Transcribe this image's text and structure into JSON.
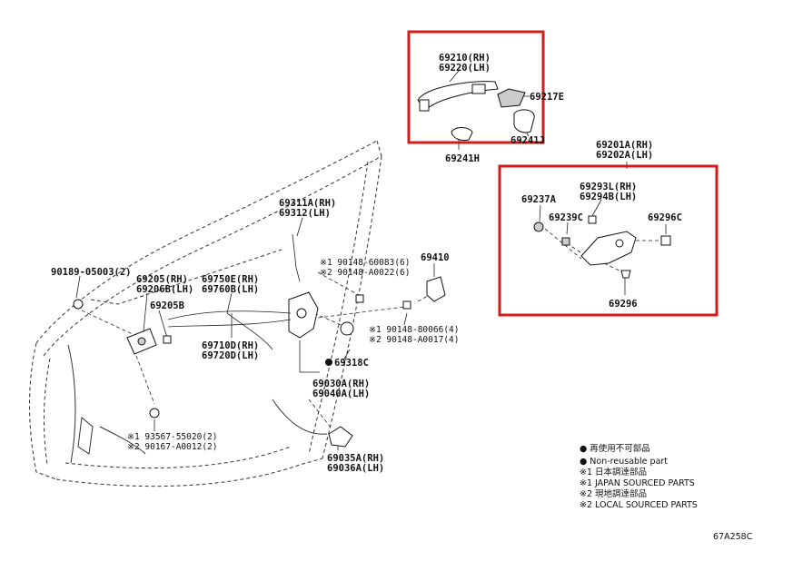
{
  "labels": {
    "p69210": "69210(RH)",
    "p69220": "69220(LH)",
    "p69217E": "69217E",
    "p69241J": "69241J",
    "p69241H": "69241H",
    "p69201A": "69201A(RH)",
    "p69202A": "69202A(LH)",
    "p69293L": "69293L(RH)",
    "p69294B": "69294B(LH)",
    "p69237A": "69237A",
    "p69239C": "69239C",
    "p69296C": "69296C",
    "p69296": "69296",
    "p69311A": "69311A(RH)",
    "p69312": "69312(LH)",
    "n1_90148_60083": "※1 90148-60083(6)",
    "n2_90148_A0022": "※2 90148-A0022(6)",
    "p69410": "69410",
    "p90189": "90189-05003(2)",
    "p69205": "69205(RH)",
    "p69206B": "69206B(LH)",
    "p69205B": "69205B",
    "p69750E": "69750E(RH)",
    "p69760B": "69760B(LH)",
    "p69710D": "69710D(RH)",
    "p69720D": "69720D(LH)",
    "n1_90148_80066": "※1 90148-80066(4)",
    "n2_90148_A0017": "※2 90148-A0017(4)",
    "p69318C": "69318C",
    "p69030A": "69030A(RH)",
    "p69040A": "69040A(LH)",
    "n1_93567": "※1 93567-55020(2)",
    "n2_90167": "※2 90167-A0012(2)",
    "p69035A": "69035A(RH)",
    "p69036A": "69036A(LH)"
  },
  "legend": {
    "line1": "● 再使用不可部品",
    "line2": "● Non-reusable part",
    "line3": "※1 日本調達部品",
    "line4": "※1 JAPAN SOURCED PARTS",
    "line5": "※2 現地調達部品",
    "line6": "※2 LOCAL SOURCED PARTS"
  },
  "figure_code": "67A258C",
  "colors": {
    "highlight": "#d51a1a",
    "line": "#111111",
    "background": "#ffffff"
  }
}
